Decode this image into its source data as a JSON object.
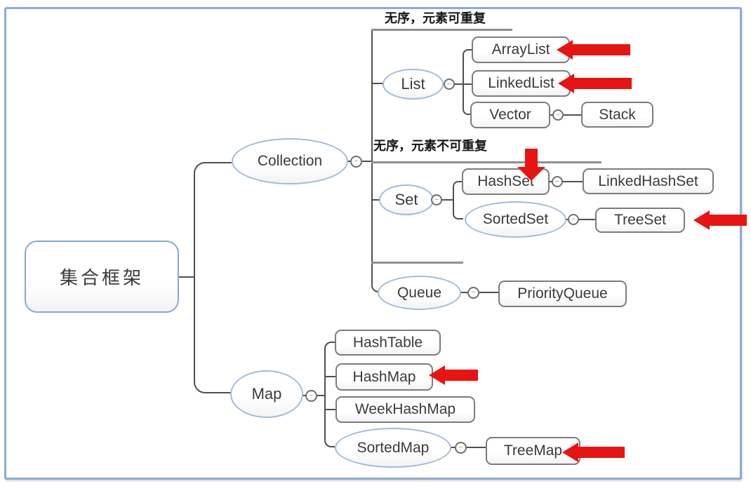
{
  "colors": {
    "arrow_red": "#e81414",
    "frame_border": "#8fabd2",
    "ellipse_border": "#a3bbd8",
    "rect_border": "#7c7c7c",
    "connector_gray": "#4f4f4f",
    "group_underline_gray": "#8f8f8f"
  },
  "toggle": {
    "glyph": "−"
  },
  "annotations": {
    "list_group_note": "无序，元素可重复",
    "set_group_note": "无序，元素不可重复"
  },
  "nodes": {
    "root": "集合框架",
    "collection": "Collection",
    "list": "List",
    "arraylist": "ArrayList",
    "linkedlist": "LinkedList",
    "vector": "Vector",
    "stack": "Stack",
    "set": "Set",
    "hashset": "HashSet",
    "linkedhashset": "LinkedHashSet",
    "sortedset": "SortedSet",
    "treeset": "TreeSet",
    "queue": "Queue",
    "priorityqueue": "PriorityQueue",
    "map": "Map",
    "hashtable": "HashTable",
    "hashmap": "HashMap",
    "weekhashmap": "WeekHashMap",
    "sortedmap": "SortedMap",
    "treemap": "TreeMap"
  }
}
